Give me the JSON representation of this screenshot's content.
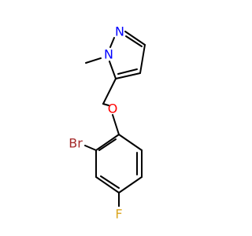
{
  "molecule": {
    "atoms": {
      "n_ring": "N",
      "n_methyl": "N",
      "o_ether": "O",
      "br": "Br",
      "f": "F"
    }
  },
  "colors": {
    "bond": "#000000",
    "nitrogen": "#0000ff",
    "oxygen": "#ff0000",
    "bromine": "#a52a2a",
    "fluorine": "#daa520"
  }
}
